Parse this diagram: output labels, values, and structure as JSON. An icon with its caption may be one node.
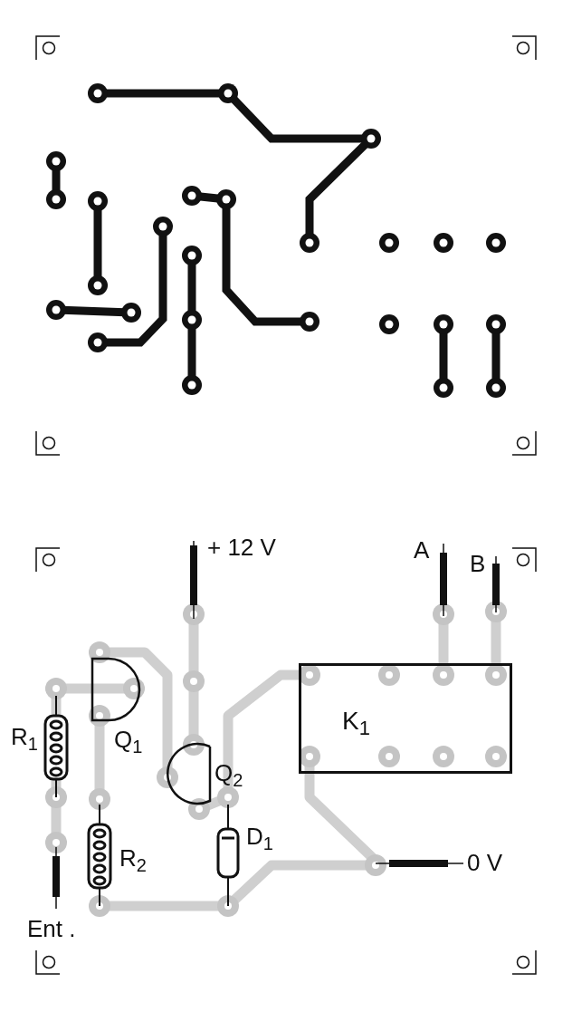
{
  "diagram": {
    "nodes": [
      {
        "text": [
          "K$_{1}$"
        ]
      }
    ],
    "labels": [
      "+ 12 V",
      "A",
      "B",
      "R$_{1}$",
      "Q$_{1}$",
      "Q$_{2}$",
      "D$_{1}$",
      "R$_{2}$",
      "0 V",
      "Ent ."
    ]
  }
}
